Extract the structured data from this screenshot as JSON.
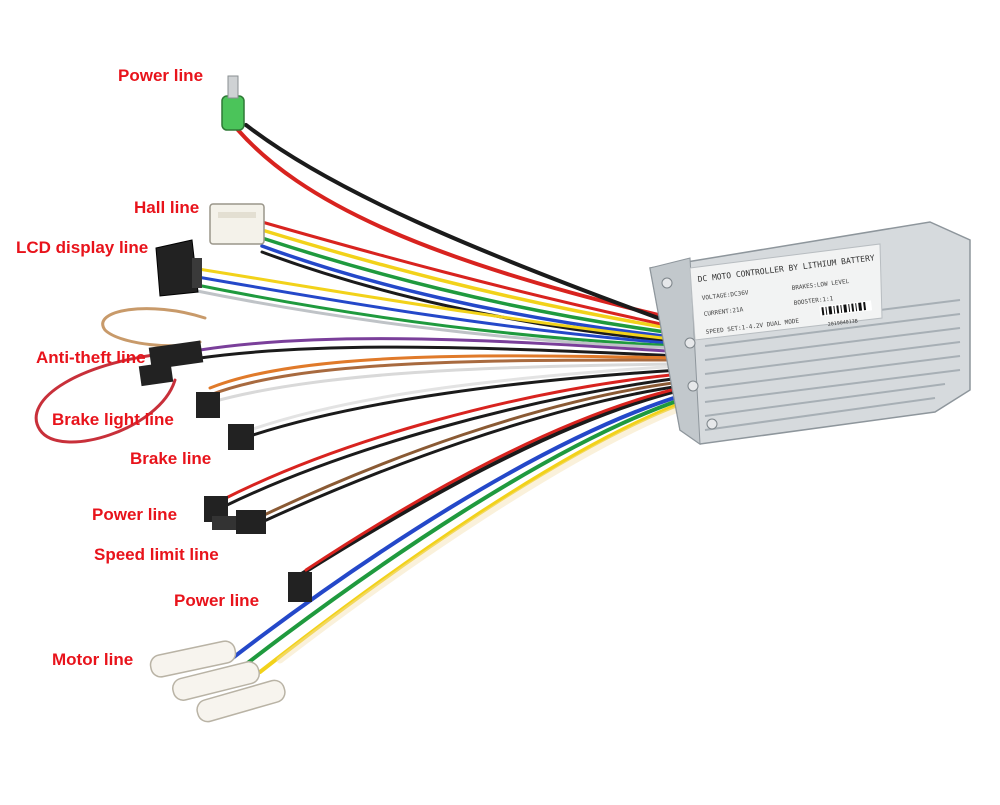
{
  "colors": {
    "label": "#e8131b",
    "red": "#d8231f",
    "black": "#1b1b1b",
    "yellow": "#f2d21a",
    "green": "#1f9a3e",
    "blue": "#2448c9",
    "orange": "#e07a2a",
    "white": "#e9e9e9",
    "purple": "#7a3f9a",
    "brown": "#8a5a34",
    "housing": "#d3d8dc",
    "housing_dark": "#9aa2a8"
  },
  "labels": {
    "power_top": "Power line",
    "hall": "Hall line",
    "lcd": "LCD display line",
    "antitheft": "Anti-theft line",
    "brake_light": "Brake light line",
    "brake": "Brake line",
    "power_mid": "Power line",
    "speed_limit": "Speed limit line",
    "power_low": "Power line",
    "motor": "Motor line"
  },
  "controller": {
    "title": "DC MOTO CONTROLLER BY LITHIUM BATTERY",
    "voltage": "VOLTAGE:DC36V",
    "brake": "BRAKES:LOW LEVEL",
    "current": "CURRENT:21A",
    "booster": "BOOSTER:1:1",
    "speed": "SPEED SET:1-4.2V DUAL MODE",
    "serial": "201904013B"
  }
}
